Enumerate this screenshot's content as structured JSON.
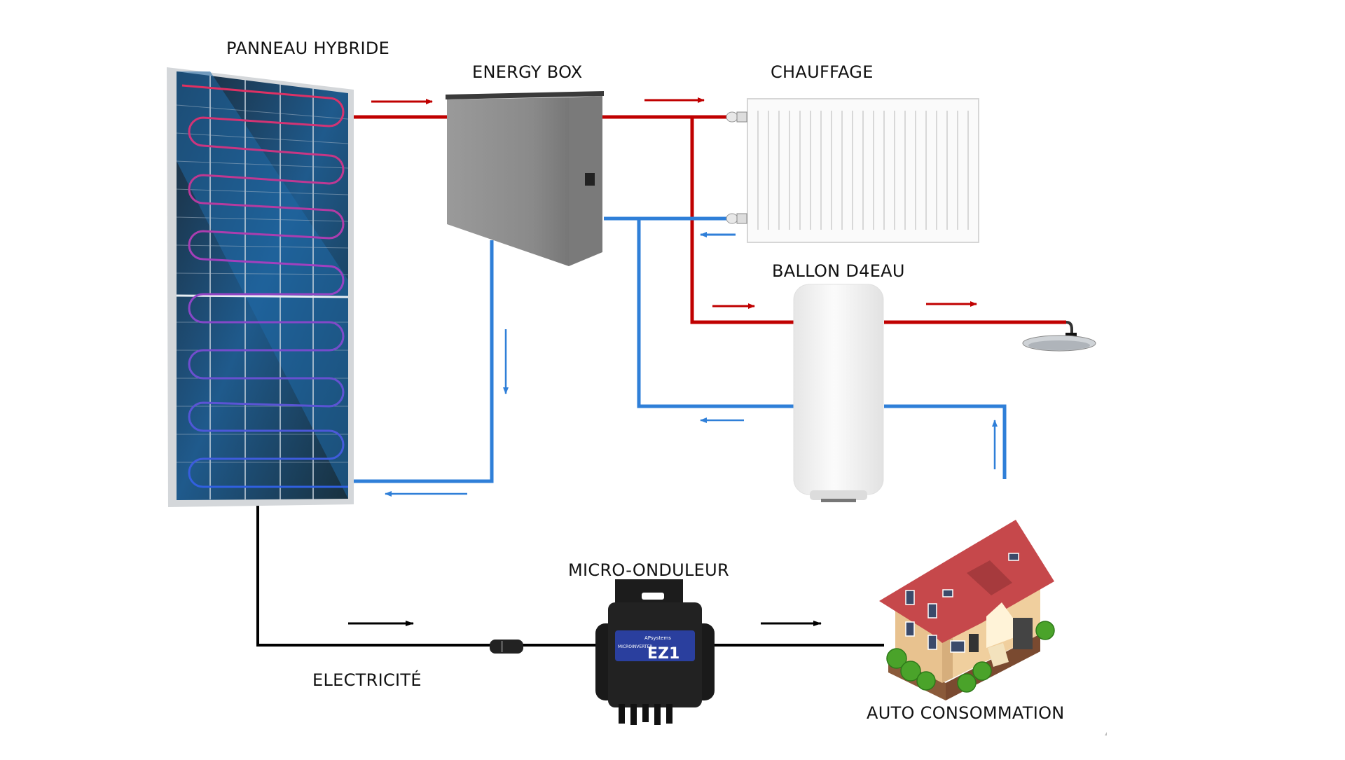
{
  "title": "Système solaire hybride — panneau PVT, Energy Box, chauffage, ballon d'eau et micro-onduleur",
  "labels": {
    "panel": "PANNEAU HYBRIDE",
    "energy_box": "ENERGY BOX",
    "heating": "CHAUFFAGE",
    "tank": "BALLON D4EAU",
    "microinverter": "MICRO-ONDULEUR",
    "electricity": "ELECTRICITÉ",
    "self_consumption": "AUTO CONSOMMATION"
  },
  "microinverter_badge": {
    "brand": "APsystems",
    "type": "MICROINVERTER",
    "model": "EZ1"
  },
  "colors": {
    "hot_pipe": "#c00000",
    "cold_pipe": "#2f7fd8",
    "electric_line": "#000000",
    "panel_frame": "#c8ccd0",
    "panel_cells": "#1d4f7a",
    "box_body": "#8c8c8c",
    "roof": "#c6484b",
    "walls": "#e8c28f"
  },
  "flows": [
    {
      "name": "panel-to-box",
      "medium": "hot",
      "direction": "right"
    },
    {
      "name": "box-to-radiator",
      "medium": "hot",
      "direction": "right"
    },
    {
      "name": "radiator-return",
      "medium": "cold",
      "direction": "left"
    },
    {
      "name": "to-tank",
      "medium": "hot",
      "direction": "right"
    },
    {
      "name": "tank-to-shower",
      "medium": "hot",
      "direction": "right"
    },
    {
      "name": "box-down",
      "medium": "cold",
      "direction": "down"
    },
    {
      "name": "return-to-panel",
      "medium": "cold",
      "direction": "left"
    },
    {
      "name": "tank-return",
      "medium": "cold",
      "direction": "left"
    },
    {
      "name": "mains-inlet",
      "medium": "cold",
      "direction": "up"
    },
    {
      "name": "panel-to-inverter",
      "medium": "electric",
      "direction": "right"
    },
    {
      "name": "inverter-to-house",
      "medium": "electric",
      "direction": "right"
    }
  ]
}
